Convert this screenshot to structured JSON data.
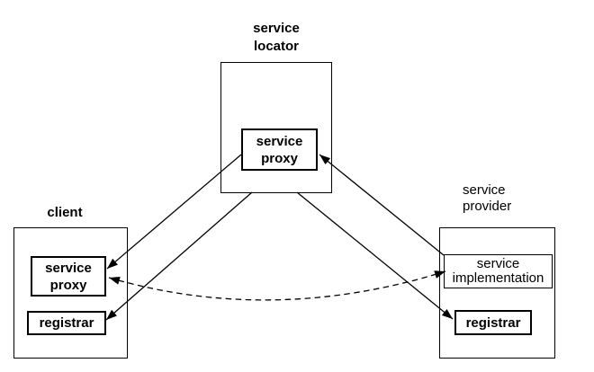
{
  "diagram": {
    "nodes": {
      "service_locator": {
        "label": "service\nlocator",
        "proxy_label": "service\nproxy"
      },
      "client": {
        "label": "client",
        "proxy_label": "service\nproxy",
        "registrar_label": "registrar"
      },
      "service_provider": {
        "label": "service\nprovider",
        "implementation_label": "service\nimplementation",
        "registrar_label": "registrar"
      }
    },
    "edges": [
      {
        "name": "locator-proxy-to-client-proxy",
        "style": "solid",
        "from": "service locator / service proxy",
        "to": "client / service proxy",
        "arrowhead_at": "to"
      },
      {
        "name": "locator-to-client-registrar",
        "style": "solid",
        "from": "service locator",
        "to": "client / registrar",
        "arrowhead_at": "to"
      },
      {
        "name": "provider-implementation-to-locator-proxy",
        "style": "solid",
        "from": "service provider / service implementation",
        "to": "service locator / service proxy",
        "arrowhead_at": "to"
      },
      {
        "name": "locator-to-provider-registrar",
        "style": "solid",
        "from": "service locator",
        "to": "service provider / registrar",
        "arrowhead_at": "to"
      },
      {
        "name": "client-proxy-to-provider-implementation",
        "style": "dashed",
        "from": "client / service proxy",
        "to": "service provider / service implementation",
        "arrowhead_at": "both"
      }
    ],
    "colors": {
      "background": "#ffffff",
      "line": "#000000",
      "text": "#000000"
    }
  }
}
